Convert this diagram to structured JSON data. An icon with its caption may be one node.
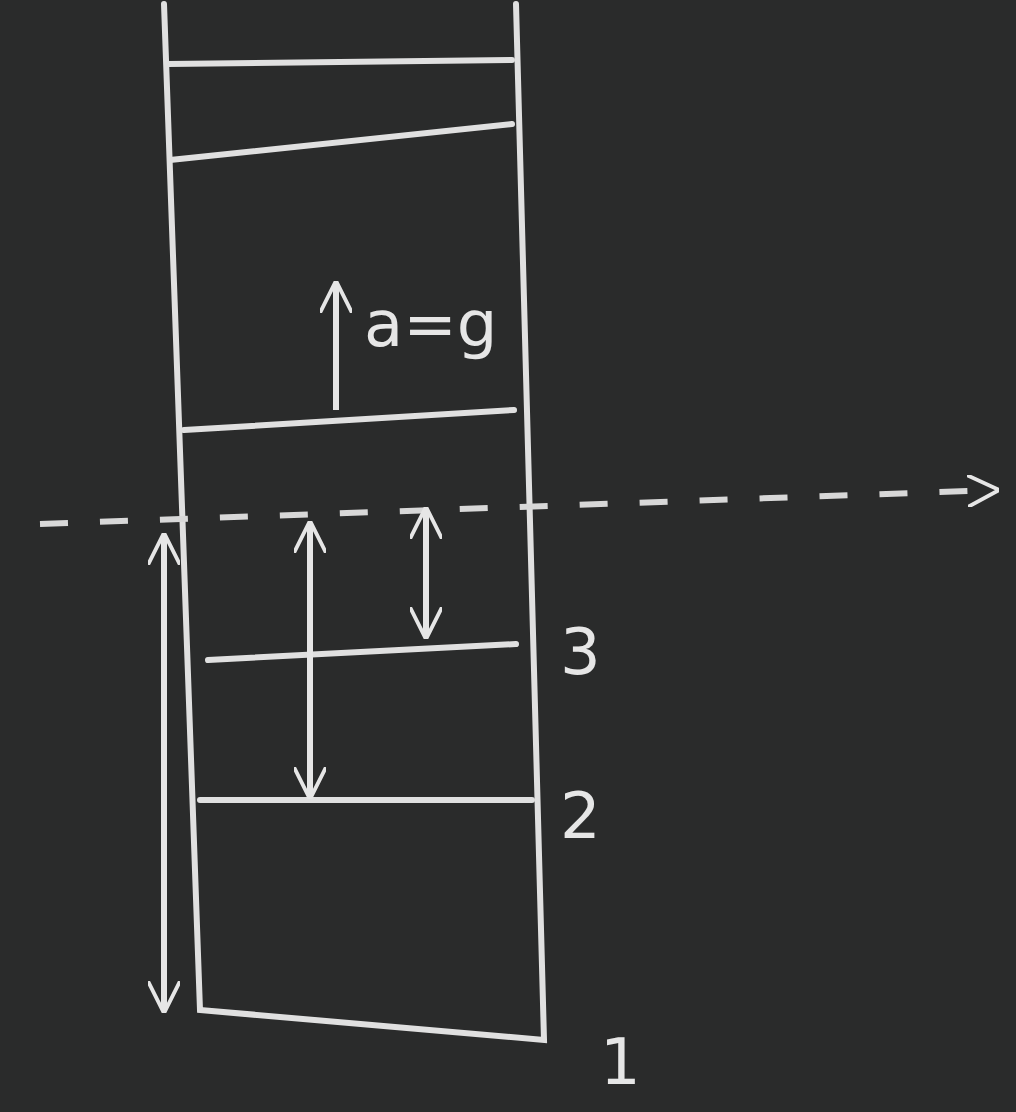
{
  "diagram": {
    "labels": [
      "a=g",
      "3",
      "2",
      "1"
    ]
  }
}
